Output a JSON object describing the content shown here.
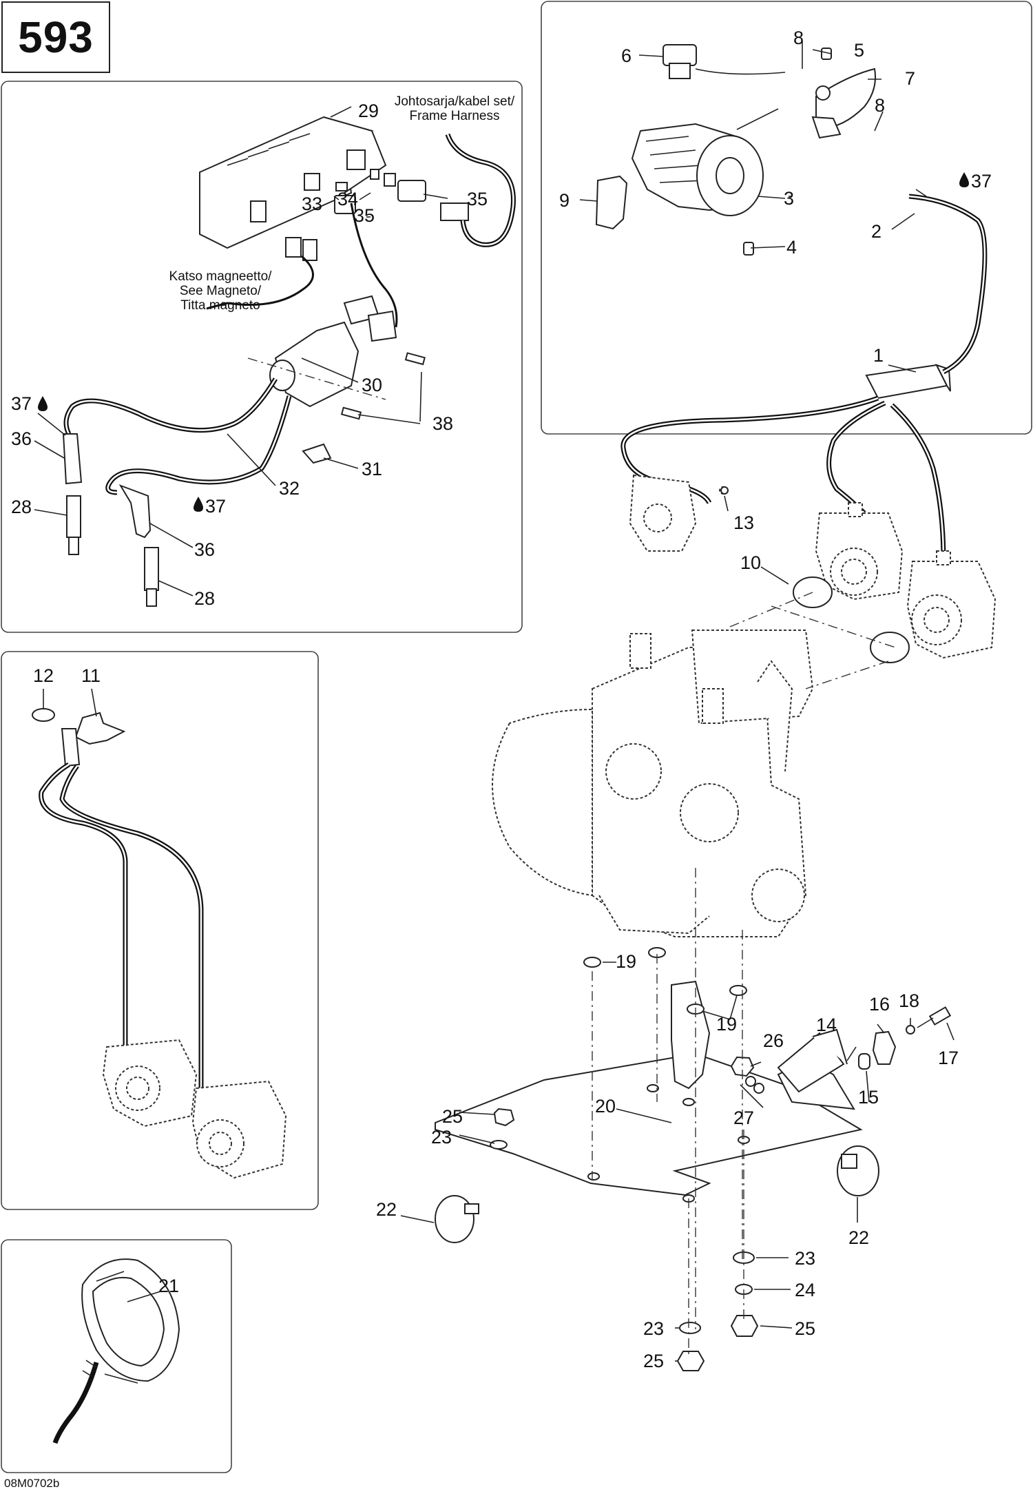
{
  "page": {
    "number": "593",
    "drawing_code": "08M0702b"
  },
  "notes": {
    "frame_harness": [
      "Johtosarja/kabel set/",
      "Frame Harness"
    ],
    "see_magneto": [
      "Katso magneetto/",
      "See Magneto/",
      "Titta magneto"
    ]
  },
  "lubricant_icon": "drop-icon",
  "callouts": {
    "c1": "1",
    "c2": "2",
    "c3": "3",
    "c4": "4",
    "c5": "5",
    "c6": "6",
    "c7": "7",
    "c8a": "8",
    "c8b": "8",
    "c9": "9",
    "c10": "10",
    "c11": "11",
    "c12": "12",
    "c13": "13",
    "c14": "14",
    "c15": "15",
    "c16": "16",
    "c17": "17",
    "c18": "18",
    "c19a": "19",
    "c19b": "19",
    "c20": "20",
    "c21": "21",
    "c22a": "22",
    "c22b": "22",
    "c23a": "23",
    "c23b": "23",
    "c23c": "23",
    "c24": "24",
    "c25a": "25",
    "c25b": "25",
    "c25c": "25",
    "c26": "26",
    "c27": "27",
    "c28a": "28",
    "c28b": "28",
    "c29": "29",
    "c30": "30",
    "c31": "31",
    "c32": "32",
    "c33": "33",
    "c34": "34",
    "c35a": "35",
    "c35b": "35",
    "c36a": "36",
    "c36b": "36",
    "c37a": "37",
    "c37b": "37",
    "c37c": "37",
    "c38": "38"
  }
}
